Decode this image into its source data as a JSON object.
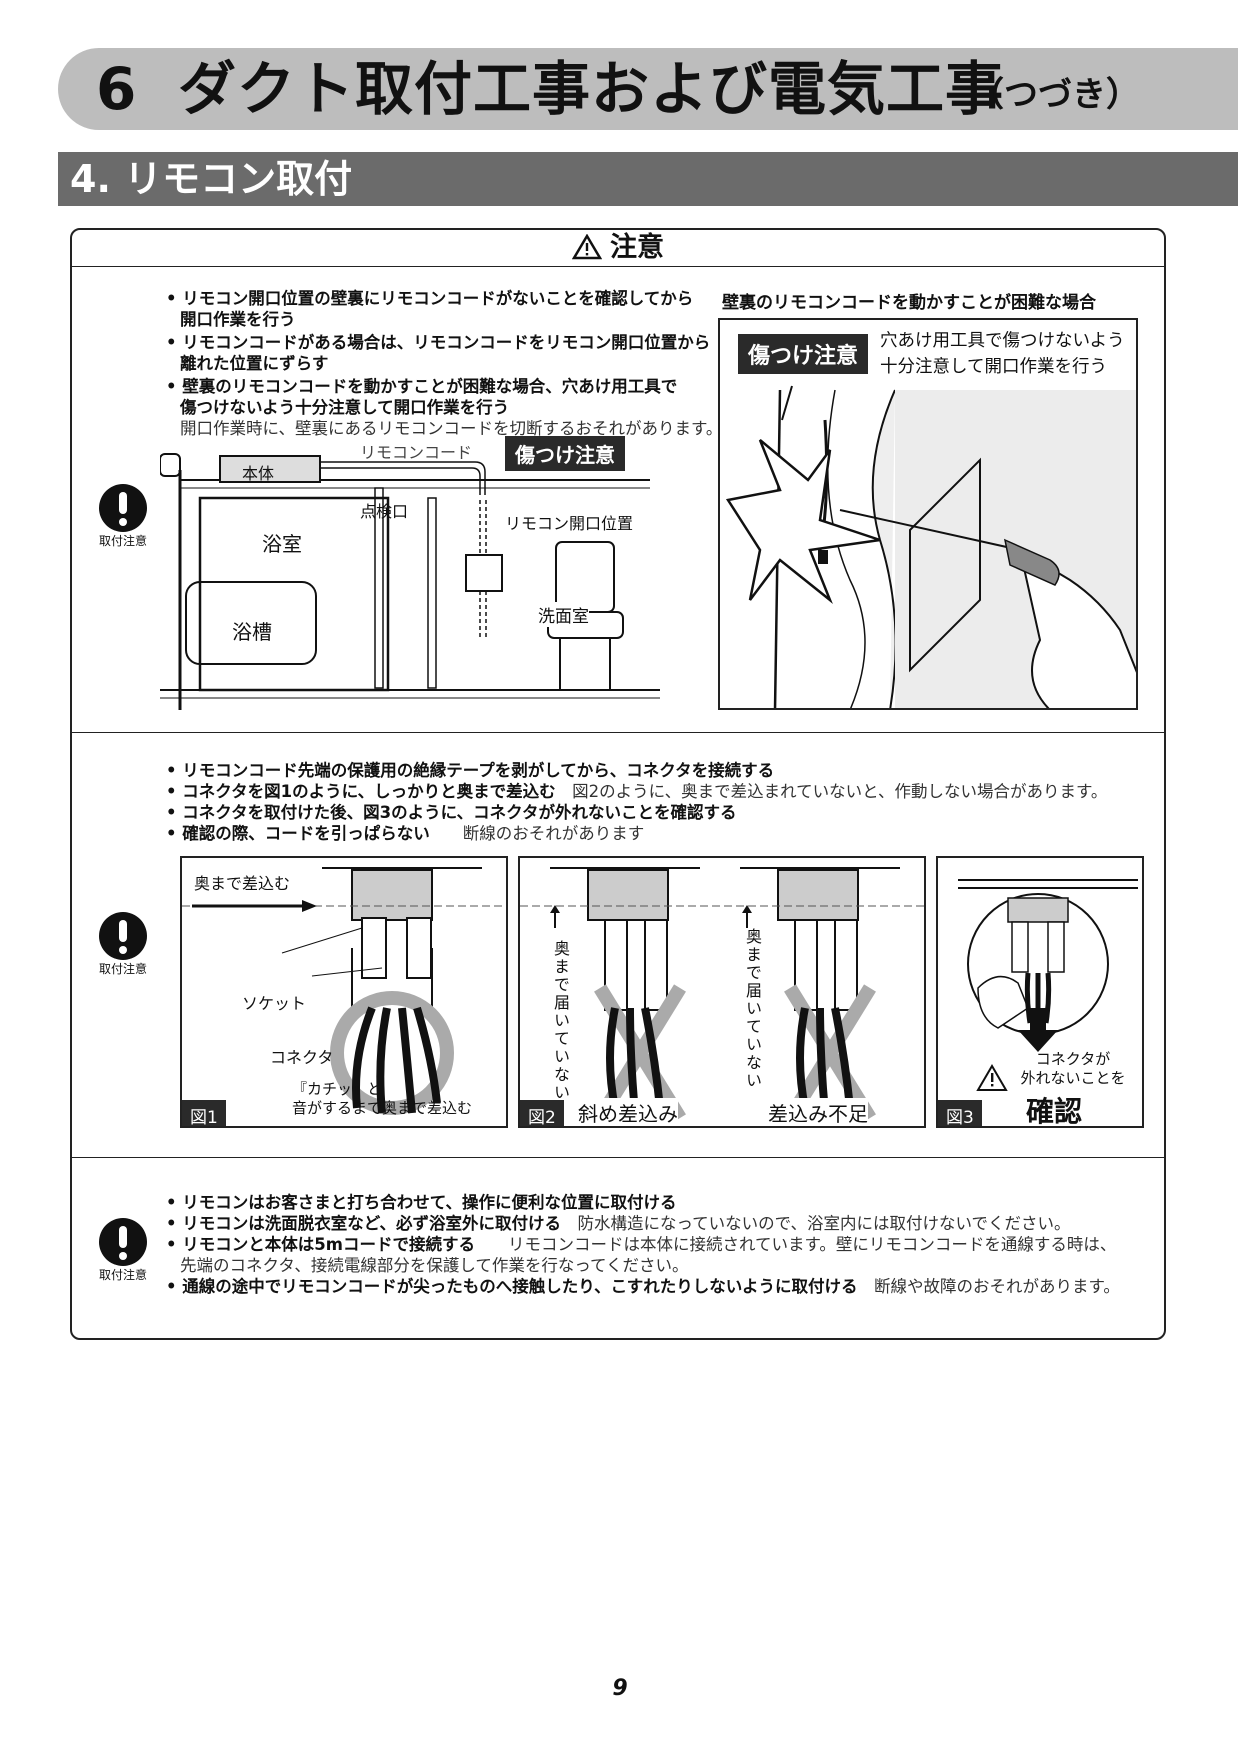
{
  "header": {
    "number": "6",
    "title": "ダクト取付工事および電気工事",
    "suffix": "（つづき）"
  },
  "section": {
    "title": "4. リモコン取付"
  },
  "caution": {
    "title": "注意"
  },
  "mark_label": "取付注意",
  "row1": {
    "bullets": [
      {
        "text": "リモコン開口位置の壁裏にリモコンコードがないことを確認してから",
        "text2": "開口作業を行う"
      },
      {
        "text": "リモコンコードがある場合は、リモコンコードをリモコン開口位置から",
        "text2": "離れた位置にずらす"
      },
      {
        "text": "壁裏のリモコンコードを動かすことが困難な場合、穴あけ用工具で",
        "text2": "傷つけないよう十分注意して開口作業を行う"
      }
    ],
    "note": "開口作業時に、壁裏にあるリモコンコードを切断するおそれがあります。",
    "diagram": {
      "cord": "リモコンコード",
      "unit": "本体",
      "inspection": "点検口",
      "bath_room": "浴室",
      "bathtub": "浴槽",
      "caution_tag": "傷つけ注意",
      "opening": "リモコン開口位置",
      "washroom": "洗面室"
    },
    "right": {
      "heading": "壁裏のリモコンコードを動かすことが困難な場合",
      "tag": "傷つけ注意",
      "text1": "穴あけ用工具で傷つけないよう",
      "text2": "十分注意して開口作業を行う"
    }
  },
  "row2": {
    "bullets": [
      {
        "bold": "リモコンコード先端の保護用の絶縁テープを剥がしてから、コネクタを接続する",
        "plain": ""
      },
      {
        "bold": "コネクタを図1のように、しっかりと奥まで差込む",
        "plain": "図2のように、奥まで差込まれていないと、作動しない場合があります。"
      },
      {
        "bold": "コネクタを取付けた後、図3のように、コネクタが外れないことを確認する",
        "plain": ""
      },
      {
        "bold": "確認の際、コードを引っぱらない",
        "plain": "断線のおそれがあります"
      }
    ],
    "fig1": {
      "tag": "図1",
      "push": "奥まで差込む",
      "socket": "ソケット",
      "connector": "コネクタ",
      "click1": "『カチッ』と",
      "click2": "音がするまで奥まで差込む"
    },
    "fig2": {
      "tag": "図2",
      "not_reached": "奥まで届いていない",
      "slanted": "斜め差込み",
      "insufficient": "差込み不足"
    },
    "fig3": {
      "tag": "図3",
      "line1": "コネクタが",
      "line2": "外れないことを",
      "confirm": "確認"
    }
  },
  "row3": {
    "bullets": [
      {
        "bold": "リモコンはお客さまと打ち合わせて、操作に便利な位置に取付ける",
        "plain": ""
      },
      {
        "bold": "リモコンは洗面脱衣室など、必ず浴室外に取付ける",
        "plain": "防水構造になっていないので、浴室内には取付けないでください。"
      },
      {
        "bold": "リモコンと本体は5mコードで接続する",
        "plain": "リモコンコードは本体に接続されています。壁にリモコンコードを通線する時は、",
        "plain2": "先端のコネクタ、接続電線部分を保護して作業を行なってください。"
      },
      {
        "bold": "通線の途中でリモコンコードが尖ったものへ接触したり、こすれたりしないように取付ける",
        "plain": "断線や故障のおそれがあります。"
      }
    ]
  },
  "page_number": "9"
}
